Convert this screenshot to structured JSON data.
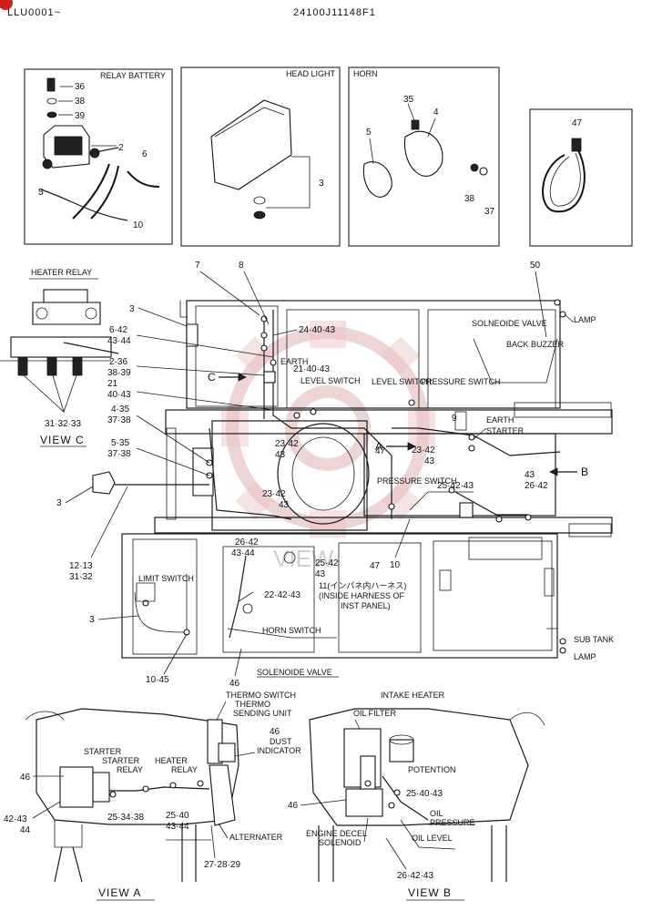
{
  "header": {
    "left_code": "LLU0001~",
    "right_code": "24100J11148F1"
  },
  "insets": {
    "relay_battery": {
      "title": "RELAY BATTERY",
      "refs": [
        "36",
        "38",
        "39",
        "2",
        "6",
        "5",
        "10"
      ]
    },
    "head_light": {
      "title": "HEAD LIGHT",
      "refs": [
        "3"
      ]
    },
    "horn": {
      "title": "HORN",
      "refs": [
        "35",
        "4",
        "5",
        "38",
        "37"
      ]
    },
    "lamp_band": {
      "refs": [
        "47"
      ]
    },
    "heater_relay": {
      "title": "HEATER RELAY",
      "refs": [
        "31·32·33"
      ],
      "view": "VIEW C"
    }
  },
  "main_view": {
    "callouts": [
      "7",
      "8",
      "50",
      "3",
      "6·42",
      "43·44",
      "2·36",
      "38·39",
      "21",
      "40·43",
      "4·35",
      "37·38",
      "5·35",
      "37·38",
      "3",
      "12·13",
      "31·32",
      "3",
      "10·45",
      "46",
      "24·40·43",
      "21·40·43",
      "23·42",
      "43",
      "23·42",
      "43",
      "23·42",
      "43",
      "25·42·43",
      "43",
      "26·42",
      "9",
      "47",
      "47",
      "26·42",
      "43·44",
      "25·42",
      "43",
      "22·42·43",
      "10"
    ],
    "labels": {
      "earth_top": "EARTH",
      "level_switch_1": "LEVEL SWITCH",
      "level_switch_2": "LEVEL SWITCH",
      "pressure_switch_1": "PRESSURE SWITCH",
      "pressure_switch_2": "PRESSURE SWITCH",
      "solenoid_valve_top": "SOLNEOIDE VALVE",
      "back_buzzer": "BACK BUZZER",
      "lamp_top": "LAMP",
      "earth_right": "EARTH",
      "starter_right": "STARTER",
      "arrow_a": "A",
      "arrow_b": "B",
      "arrow_c": "C",
      "limit_switch": "LIMIT SWITCH",
      "horn_switch": "HORN SWITCH",
      "solenoide_valve_bottom": "SOLENOIDE VALVE",
      "sub_tank": "SUB TANK",
      "lamp_bottom": "LAMP",
      "harness_jp": "11(インパネ内ハーネス)",
      "harness_en_1": "(INSIDE HARNESS OF",
      "harness_en_2": "INST PANEL)"
    }
  },
  "view_a": {
    "title": "VIEW A",
    "labels": {
      "thermo_switch": "THERMO SWITCH",
      "thermo_sending_1": "THERMO",
      "thermo_sending_2": "SENDING UNIT",
      "dust_indicator_1": "DUST",
      "dust_indicator_2": "INDICATOR",
      "starter": "STARTER",
      "starter_relay_1": "STARTER",
      "starter_relay_2": "RELAY",
      "heater_relay_1": "HEATER",
      "heater_relay_2": "RELAY",
      "alternater": "ALTERNATER"
    },
    "refs": [
      "46",
      "42·43",
      "44",
      "25·34·38",
      "25·40",
      "43·44",
      "27·28·29",
      "46"
    ]
  },
  "view_b": {
    "title": "VIEW B",
    "labels": {
      "intake_heater": "INTAKE HEATER",
      "oil_filter": "OIL FILTER",
      "potention": "POTENTION",
      "oil_pressure_1": "OIL",
      "oil_pressure_2": "PRESSURE",
      "oil_level": "OIL LEVEL",
      "engine_decel_1": "ENGINE DECEL",
      "engine_decel_2": "SOLENOID"
    },
    "refs": [
      "25·40·43",
      "46",
      "26·42·43"
    ]
  },
  "watermark_text": "VIEW"
}
